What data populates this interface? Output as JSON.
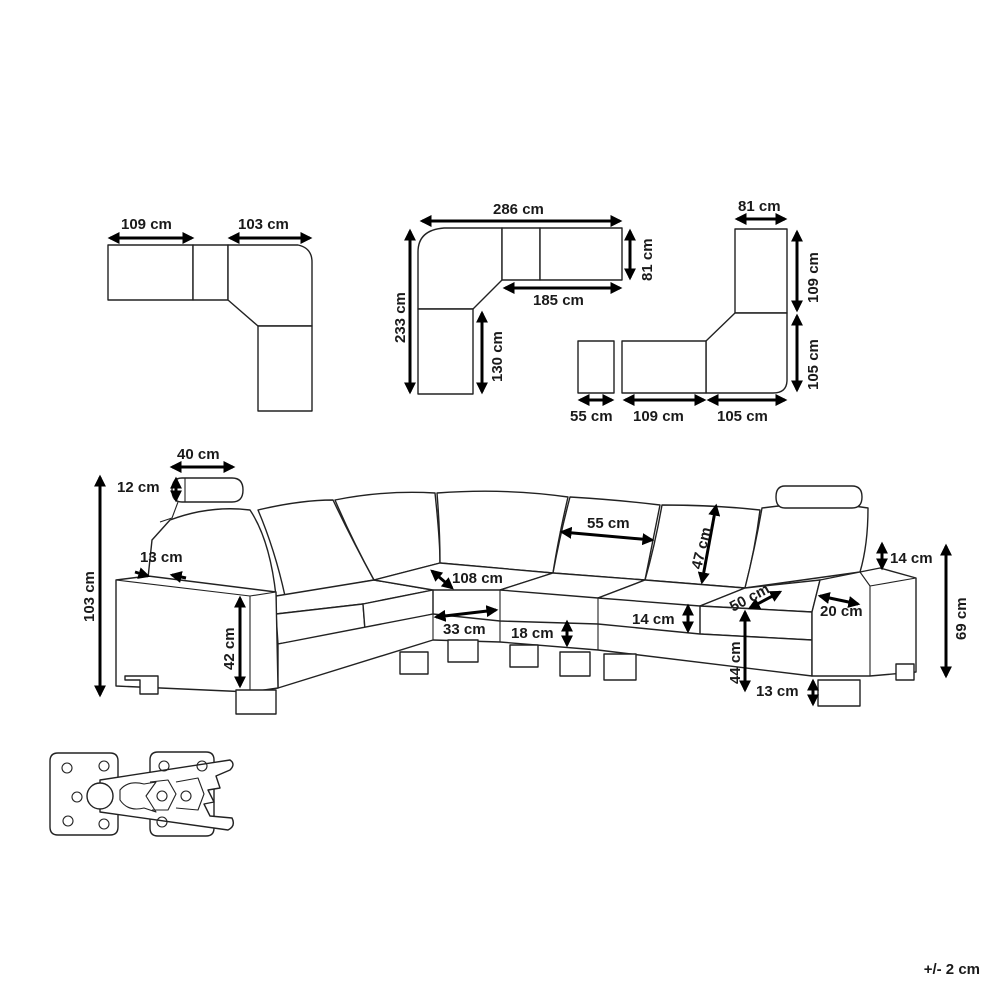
{
  "views": {
    "top_left": {
      "labels": [
        "109 cm",
        "103 cm"
      ]
    },
    "top_center": {
      "labels": [
        "286 cm",
        "233 cm",
        "81 cm",
        "185 cm",
        "130 cm"
      ]
    },
    "top_right": {
      "labels": [
        "81 cm",
        "109 cm",
        "105 cm",
        "55 cm",
        "109 cm",
        "105 cm"
      ]
    },
    "perspective": {
      "labels": [
        "40 cm",
        "12 cm",
        "13 cm",
        "103 cm",
        "42 cm",
        "108 cm",
        "33 cm",
        "55 cm",
        "47 cm",
        "18 cm",
        "14 cm",
        "50 cm",
        "44 cm",
        "13 cm",
        "20 cm",
        "14 cm",
        "69 cm"
      ]
    }
  },
  "tolerance": "+/- 2 cm"
}
